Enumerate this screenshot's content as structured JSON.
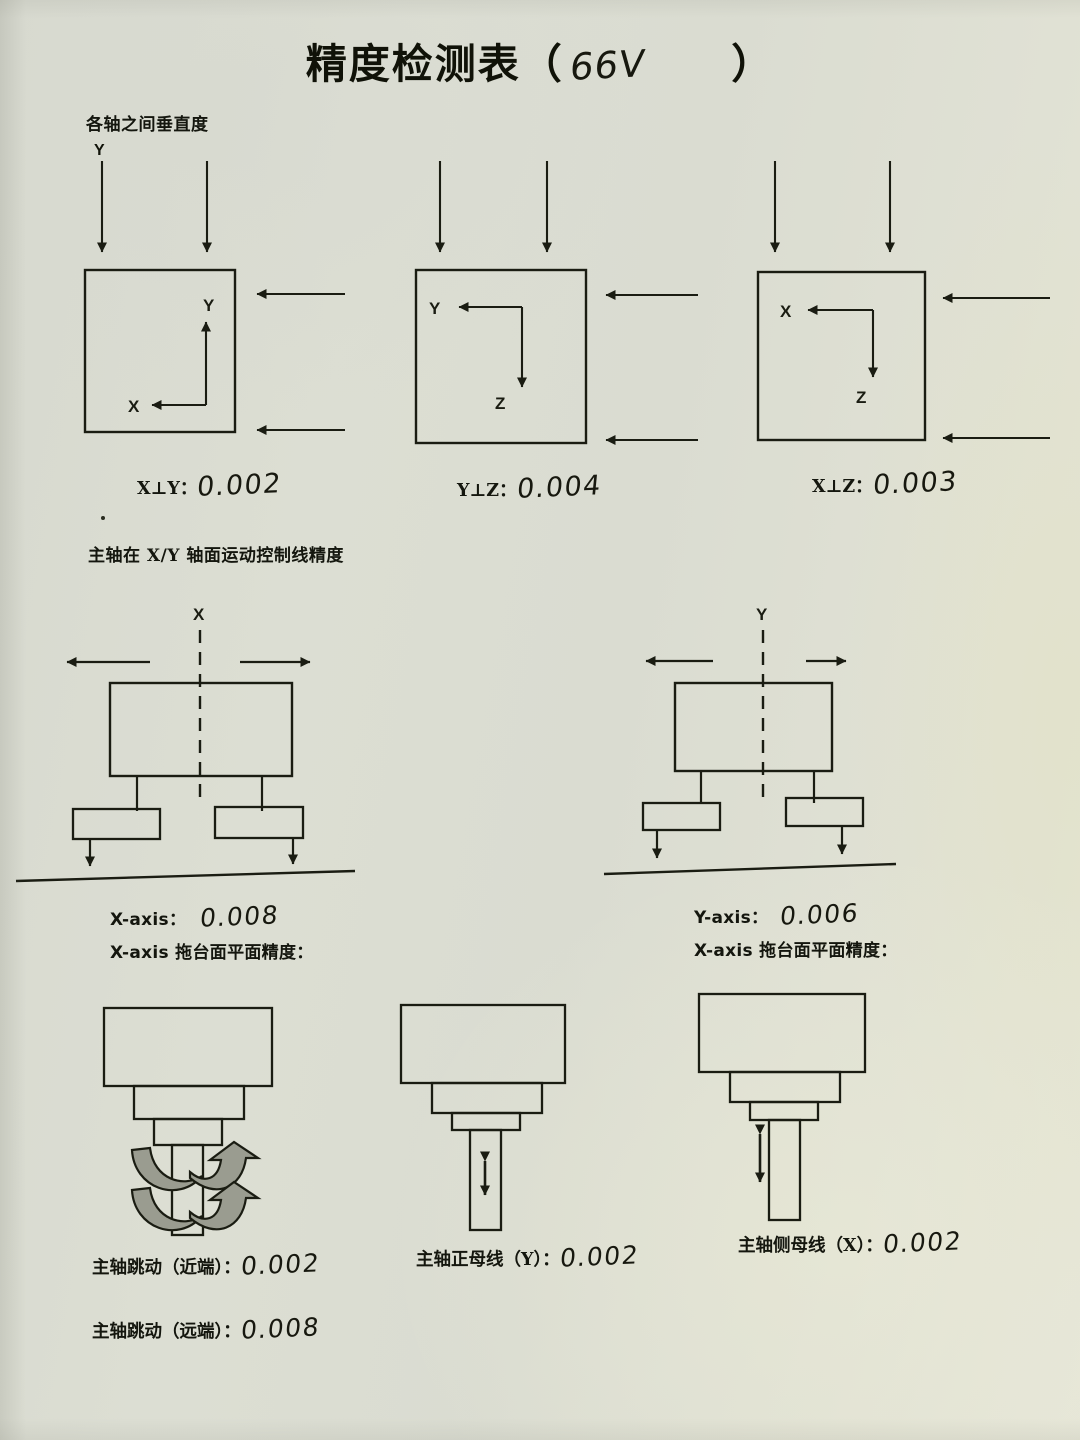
{
  "document": {
    "title_main": "精度检测表（",
    "title_hand": "66V",
    "title_close": "）",
    "paper_tone": "#d9dbd0",
    "ink_color": "#1a1c12"
  },
  "section1": {
    "heading": "各轴之间垂直度",
    "top_axis_label": "Y",
    "diagrams": [
      {
        "id": "x-perp-y",
        "axis_vertical": "Y",
        "axis_horizontal": "X",
        "label": "X⊥Y：",
        "value": "0.002"
      },
      {
        "id": "y-perp-z",
        "axis_vertical": "Z",
        "axis_horizontal": "Y",
        "label": "Y⊥Z：",
        "value": "0.004"
      },
      {
        "id": "x-perp-z",
        "axis_vertical": "Z",
        "axis_horizontal": "X",
        "label": "X⊥Z：",
        "value": "0.003"
      }
    ]
  },
  "section2": {
    "heading": "主轴在 X/Y 轴面运动控制线精度",
    "diagrams": [
      {
        "id": "x-axis-straightness",
        "centerline_label": "X",
        "label": "X-axis：",
        "value": "0.008",
        "sublabel": "X-axis 拖台面平面精度："
      },
      {
        "id": "y-axis-straightness",
        "centerline_label": "Y",
        "label": "Y-axis：",
        "value": "0.006",
        "sublabel": "X-axis 拖台面平面精度："
      }
    ]
  },
  "section3": {
    "diagrams": [
      {
        "id": "spindle-runout",
        "label": "主轴跳动（近端）：",
        "value": "0.002",
        "label2": "主轴跳动（远端）：",
        "value2": "0.008"
      },
      {
        "id": "spindle-front-generatrix",
        "label": "主轴正母线（Y）：",
        "value": "0.002"
      },
      {
        "id": "spindle-side-generatrix",
        "label": "主轴侧母线（X）：",
        "value": "0.002"
      }
    ]
  }
}
